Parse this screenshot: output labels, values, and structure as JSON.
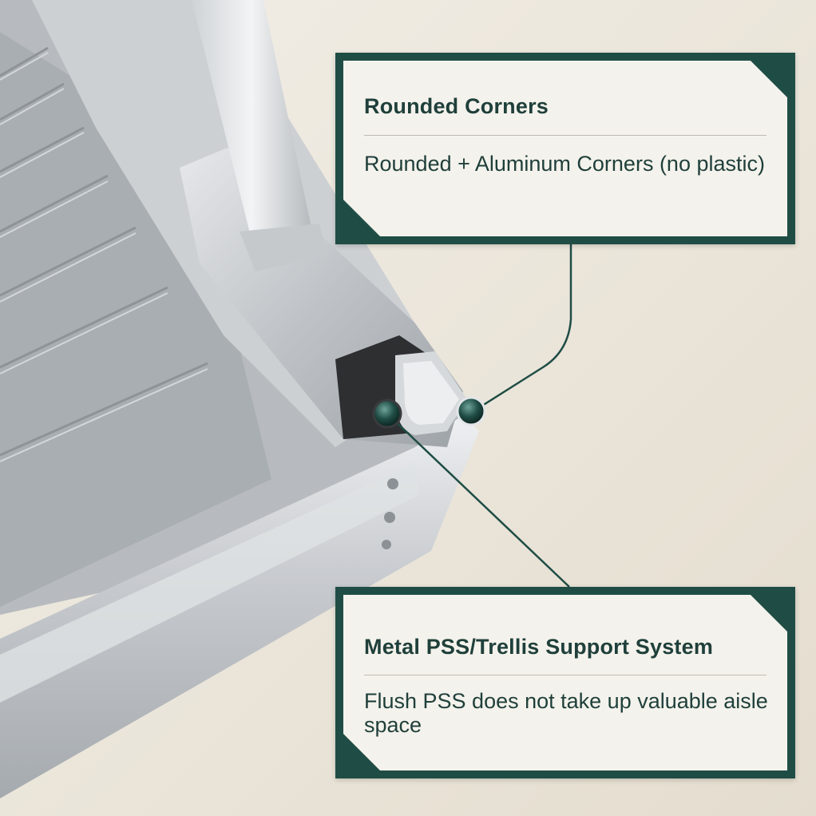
{
  "callouts": [
    {
      "title": "Rounded Corners",
      "body": "Rounded + Aluminum Corners (no plastic)"
    },
    {
      "title": "Metal PSS/Trellis Support System",
      "body": "Flush PSS does not take up valuable aisle space"
    }
  ],
  "colors": {
    "accent": "#1f4d45",
    "panel": "#f4f2ec",
    "text": "#1f3f3a",
    "background": "#ece7dd"
  }
}
